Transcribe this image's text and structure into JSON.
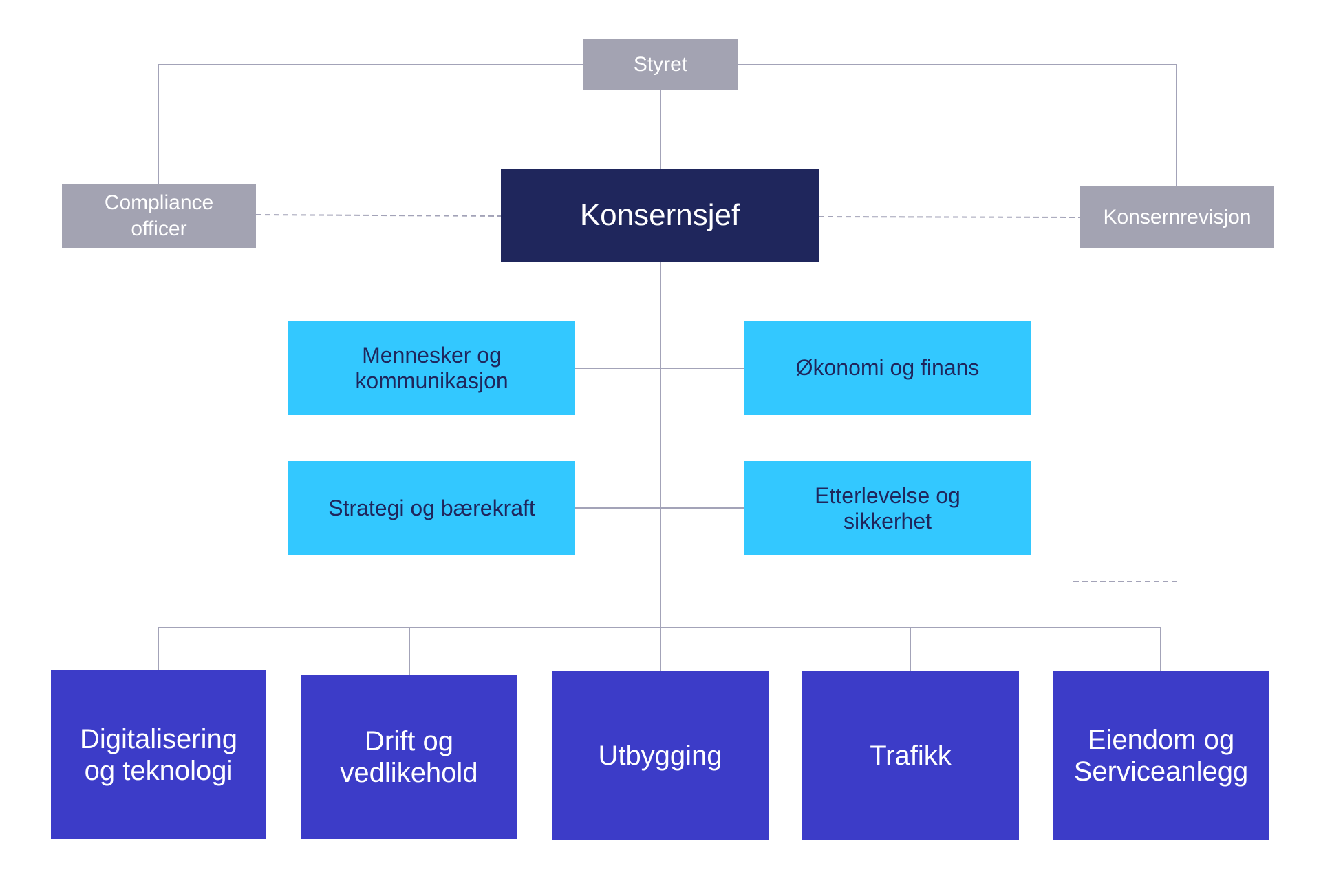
{
  "board": {
    "label": "Styret"
  },
  "compliance": {
    "label": "Compliance\nofficer"
  },
  "ceo": {
    "label": "Konsernsjef"
  },
  "audit": {
    "label": "Konsernrevisjon"
  },
  "staff": [
    {
      "label": "Mennesker og\nkommunikasjon"
    },
    {
      "label": "Økonomi og finans"
    },
    {
      "label": "Strategi og bærekraft"
    },
    {
      "label": "Etterlevelse og\nsikkerhet"
    }
  ],
  "divisions": [
    {
      "label": "Digitalisering\nog teknologi"
    },
    {
      "label": "Drift og\nvedlikehold"
    },
    {
      "label": "Utbygging"
    },
    {
      "label": "Trafikk"
    },
    {
      "label": "Eiendom og\nServiceanlegg"
    }
  ],
  "colors": {
    "gray_box": "#a3a3b2",
    "ceo_box": "#1f265c",
    "staff_box": "#33c8ff",
    "division_box": "#3c3cc8",
    "line": "#a3a3b8"
  }
}
